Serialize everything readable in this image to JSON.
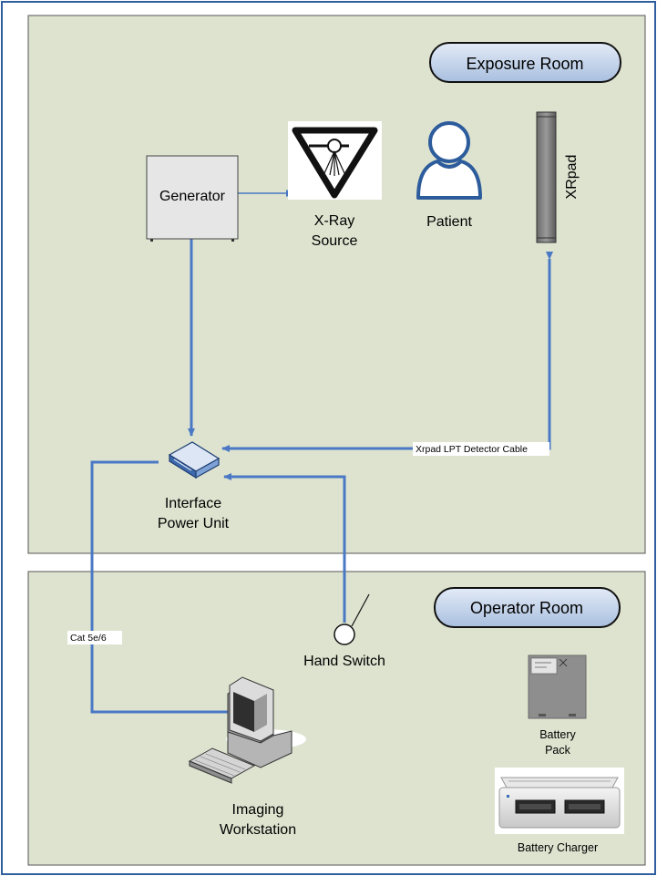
{
  "rooms": {
    "exposure": "Exposure Room",
    "operator": "Operator Room"
  },
  "nodes": {
    "generator": "Generator",
    "xray_source_line1": "X-Ray",
    "xray_source_line2": "Source",
    "patient": "Patient",
    "xrpad": "XRpad",
    "interface_line1": "Interface",
    "interface_line2": "Power Unit",
    "hand_switch": "Hand Switch",
    "workstation_line1": "Imaging",
    "workstation_line2": "Workstation",
    "battery_pack_line1": "Battery",
    "battery_pack_line2": "Pack",
    "battery_charger": "Battery Charger"
  },
  "cables": {
    "detector": "Xrpad LPT Detector Cable",
    "network": "Cat 5e/6"
  },
  "colors": {
    "border": "#2e5f9e",
    "room_fill": "#dde3cf",
    "connector": "#4a78c4",
    "pill_fill": "#c7d5ea"
  }
}
